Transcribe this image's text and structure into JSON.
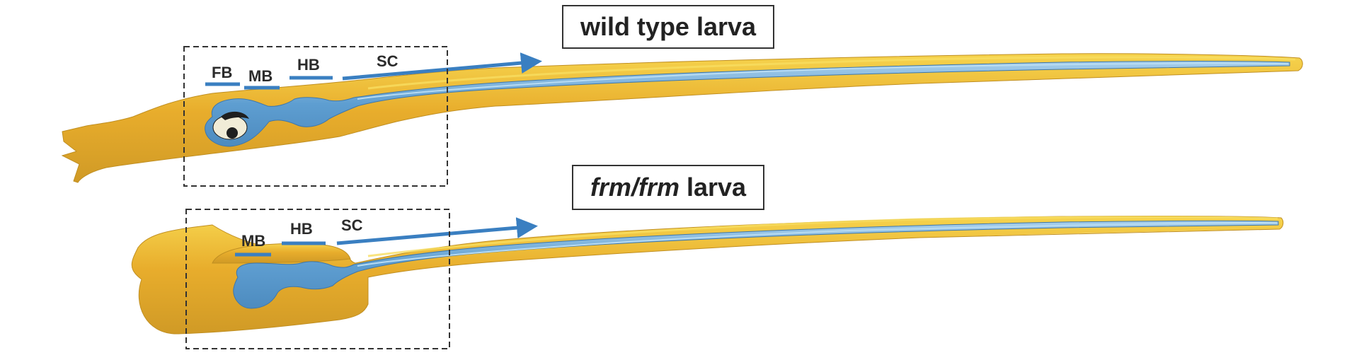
{
  "colors": {
    "body_fill": "#e5a92a",
    "body_highlight": "#f5d24a",
    "neural_fill": "#5f9fd0",
    "neural_highlight": "#a9d2ee",
    "marker_blue": "#3a7fc1",
    "eye_dark": "#1f1f1f",
    "eye_white": "#f1ecd7",
    "box_stroke": "#333333"
  },
  "wild_type": {
    "title_italic": "",
    "title_rest": "wild type larva",
    "labels": {
      "fb": "FB",
      "mb": "MB",
      "hb": "HB",
      "sc": "SC"
    }
  },
  "mutant": {
    "title_italic": "frm/frm",
    "title_rest": " larva",
    "labels": {
      "mb": "MB",
      "hb": "HB",
      "sc": "SC"
    }
  }
}
